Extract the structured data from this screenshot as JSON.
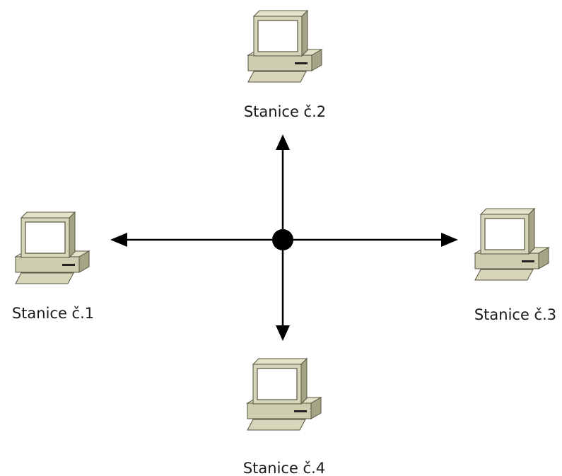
{
  "diagram": {
    "stations": [
      {
        "label": "Stanice č.1",
        "icon": "desktop-computer-icon"
      },
      {
        "label": "Stanice č.2",
        "icon": "desktop-computer-icon"
      },
      {
        "label": "Stanice č.3",
        "icon": "desktop-computer-icon"
      },
      {
        "label": "Stanice č.4",
        "icon": "desktop-computer-icon"
      }
    ],
    "hub": {
      "icon": "hub-node-icon"
    },
    "colors": {
      "line": "#000000",
      "computer_body": "#d8d6ba",
      "computer_dark": "#a6a487",
      "computer_outline": "#55543f",
      "screen": "#ffffff"
    }
  }
}
